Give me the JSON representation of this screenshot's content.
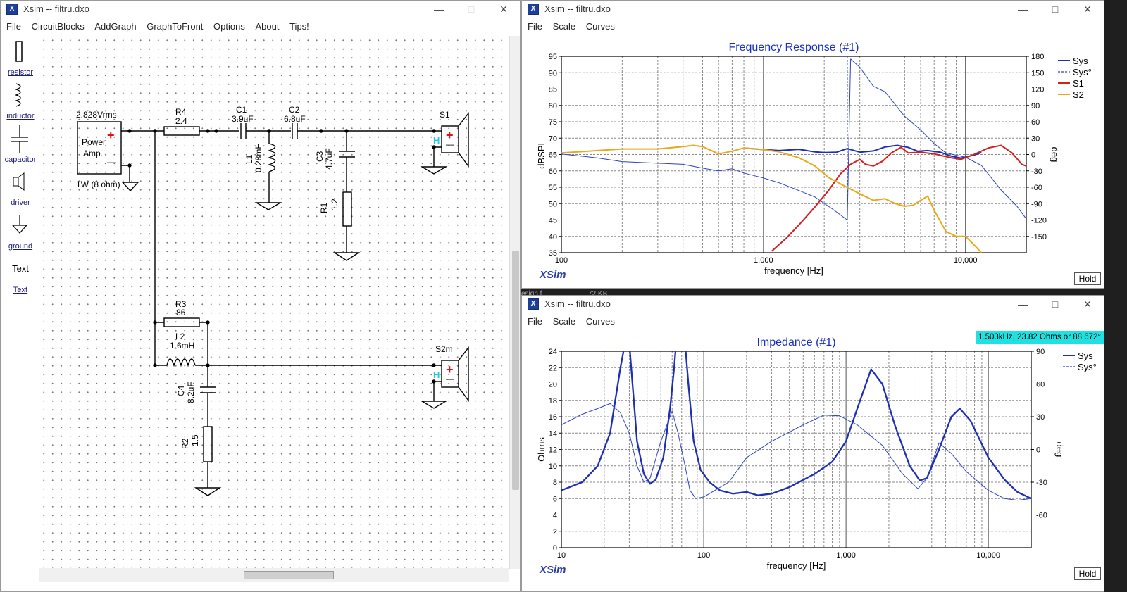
{
  "left": {
    "title": "Xsim -- filtru.dxo",
    "menu": [
      "File",
      "CircuitBlocks",
      "AddGraph",
      "GraphToFront",
      "Options",
      "About",
      "Tips!"
    ],
    "tools": [
      "resistor",
      "inductor",
      "capacitor",
      "driver",
      "ground",
      "Text",
      "Text"
    ],
    "schematic": {
      "source_voltage": "2.828Vrms",
      "amp_label_1": "Power",
      "amp_label_2": "Amp.",
      "amp_rating": "1W (8 ohm)",
      "r4_name": "R4",
      "r4_val": "2.4",
      "c1_name": "C1",
      "c1_val": "3.9uF",
      "c2_name": "C2",
      "c2_val": "6.8uF",
      "l1_name": "L1",
      "l1_val": "0.28mH",
      "c3_name": "C3",
      "c3_val": "4.7uF",
      "r1_name": "R1",
      "r1_val": "1.2",
      "s1_name": "S1",
      "r3_name": "R3",
      "r3_val": "86",
      "l2_name": "L2",
      "l2_val": "1.6mH",
      "c4_name": "C4",
      "c4_val": "8.2uF",
      "r2_name": "R2",
      "r2_val": "1.5",
      "s2_name": "S2m",
      "plus": "+",
      "minus": "—",
      "h_mark": "H"
    }
  },
  "background_text": {
    "a": "esign f",
    "b": "72 KB"
  },
  "freq_window": {
    "title": "Xsim -- filtru.dxo",
    "menu": [
      "File",
      "Scale",
      "Curves"
    ],
    "brand": "XSim",
    "hold": "Hold",
    "chart_data": {
      "type": "line",
      "title": "Frequency Response (#1)",
      "xlabel": "frequency [Hz]",
      "ylabel": "dBSPL",
      "y2label": "deg",
      "xscale": "log",
      "xlim": [
        100,
        20000
      ],
      "ylim": [
        35,
        95
      ],
      "y2lim": [
        -180,
        180
      ],
      "xticks": [
        {
          "v": 100,
          "t": "100"
        },
        {
          "v": 1000,
          "t": "1,000"
        },
        {
          "v": 10000,
          "t": "10,000"
        }
      ],
      "yticks": [
        35,
        40,
        45,
        50,
        55,
        60,
        65,
        70,
        75,
        80,
        85,
        90,
        95
      ],
      "y2ticks": [
        -150,
        -120,
        -90,
        -60,
        -30,
        0,
        30,
        60,
        90,
        120,
        150,
        180
      ],
      "grid": true,
      "legend_position": "top-right",
      "cursor_x": 2600,
      "series": [
        {
          "name": "Sys",
          "color": "#1c2fb5",
          "width": 2,
          "axis": "left",
          "points": [
            [
              800,
              67
            ],
            [
              1000,
              66.5
            ],
            [
              1200,
              66.2
            ],
            [
              1500,
              66.6
            ],
            [
              1800,
              65.8
            ],
            [
              2000,
              65.6
            ],
            [
              2300,
              65.7
            ],
            [
              2600,
              66.8
            ],
            [
              3000,
              65.7
            ],
            [
              3500,
              66.1
            ],
            [
              4000,
              67.3
            ],
            [
              4600,
              67.8
            ],
            [
              5200,
              67.2
            ],
            [
              5800,
              66
            ],
            [
              6500,
              66.2
            ],
            [
              7500,
              65.7
            ],
            [
              8500,
              64.5
            ],
            [
              9500,
              63.9
            ],
            [
              11000,
              64.8
            ],
            [
              12000,
              65.6
            ]
          ]
        },
        {
          "name": "Sys°",
          "color": "#2d40c8",
          "width": 1,
          "dash": "4,3",
          "axis": "right",
          "points": [
            [
              100,
              1
            ],
            [
              150,
              -6
            ],
            [
              200,
              -13
            ],
            [
              300,
              -16
            ],
            [
              400,
              -18
            ],
            [
              500,
              -25
            ],
            [
              600,
              -30
            ],
            [
              700,
              -26
            ],
            [
              800,
              -34
            ],
            [
              1000,
              -43
            ],
            [
              1200,
              -52
            ],
            [
              1500,
              -66
            ],
            [
              1800,
              -78
            ],
            [
              2200,
              -100
            ],
            [
              2600,
              -120
            ],
            [
              2700,
              175
            ],
            [
              3000,
              160
            ],
            [
              3500,
              125
            ],
            [
              4000,
              115
            ],
            [
              5000,
              70
            ],
            [
              6000,
              45
            ],
            [
              7000,
              20
            ],
            [
              8000,
              3
            ],
            [
              10000,
              -5
            ],
            [
              12000,
              -20
            ],
            [
              15000,
              -65
            ],
            [
              18000,
              -95
            ],
            [
              20000,
              -118
            ]
          ]
        },
        {
          "name": "S1",
          "color": "#d22020",
          "width": 2,
          "axis": "left",
          "points": [
            [
              1100,
              35.5
            ],
            [
              1300,
              39.5
            ],
            [
              1500,
              43.5
            ],
            [
              1800,
              49
            ],
            [
              2100,
              54
            ],
            [
              2400,
              59
            ],
            [
              2700,
              62
            ],
            [
              3000,
              63.5
            ],
            [
              3200,
              62
            ],
            [
              3500,
              61.5
            ],
            [
              3900,
              63
            ],
            [
              4300,
              65.5
            ],
            [
              4800,
              67.2
            ],
            [
              5200,
              65.5
            ],
            [
              6000,
              65.7
            ],
            [
              7000,
              65.2
            ],
            [
              8500,
              64
            ],
            [
              9500,
              63.5
            ],
            [
              11000,
              65
            ],
            [
              13000,
              67
            ],
            [
              15000,
              67.8
            ],
            [
              17000,
              65.5
            ],
            [
              19000,
              62
            ],
            [
              20000,
              61.5
            ]
          ]
        },
        {
          "name": "S2",
          "color": "#e8a81a",
          "width": 2,
          "axis": "left",
          "points": [
            [
              100,
              65.5
            ],
            [
              200,
              66.7
            ],
            [
              300,
              66.7
            ],
            [
              400,
              67.4
            ],
            [
              450,
              67.8
            ],
            [
              500,
              67.4
            ],
            [
              600,
              65.2
            ],
            [
              700,
              66
            ],
            [
              800,
              67
            ],
            [
              1000,
              66.5
            ],
            [
              1200,
              65.8
            ],
            [
              1500,
              64
            ],
            [
              1800,
              61.5
            ],
            [
              2100,
              58
            ],
            [
              2500,
              55.5
            ],
            [
              3000,
              53
            ],
            [
              3500,
              51
            ],
            [
              4000,
              51.5
            ],
            [
              4500,
              50
            ],
            [
              5000,
              49.2
            ],
            [
              5500,
              49.5
            ],
            [
              6000,
              51
            ],
            [
              6500,
              52.3
            ],
            [
              7000,
              48
            ],
            [
              8000,
              41.5
            ],
            [
              9000,
              40
            ],
            [
              10000,
              40
            ],
            [
              11000,
              37.5
            ],
            [
              12000,
              35
            ]
          ]
        }
      ]
    }
  },
  "imp_window": {
    "title": "Xsim -- filtru.dxo",
    "menu": [
      "File",
      "Scale",
      "Curves"
    ],
    "brand": "XSim",
    "hold": "Hold",
    "readout": "1.503kHz, 23.82 Ohms or 88.672°",
    "chart_data": {
      "type": "line",
      "title": "Impedance (#1)",
      "xlabel": "frequency [Hz]",
      "ylabel": "Ohms",
      "y2label": "deg",
      "xscale": "log",
      "xlim": [
        10,
        20000
      ],
      "ylim": [
        0,
        24
      ],
      "y2lim": [
        -90,
        90
      ],
      "xticks": [
        {
          "v": 10,
          "t": "10"
        },
        {
          "v": 100,
          "t": "100"
        },
        {
          "v": 1000,
          "t": "1,000"
        },
        {
          "v": 10000,
          "t": "10,000"
        }
      ],
      "yticks": [
        0,
        2,
        4,
        6,
        8,
        10,
        12,
        14,
        16,
        18,
        20,
        22,
        24
      ],
      "y2ticks": [
        -60,
        -30,
        0,
        30,
        60,
        90
      ],
      "grid": true,
      "legend_position": "top-right",
      "series": [
        {
          "name": "Sys",
          "color": "#1c2fb5",
          "width": 2.3,
          "axis": "left",
          "points": [
            [
              10,
              7
            ],
            [
              14,
              8
            ],
            [
              18,
              10
            ],
            [
              22,
              14
            ],
            [
              26,
              22
            ],
            [
              28,
              25
            ],
            [
              30,
              25
            ],
            [
              34,
              13
            ],
            [
              38,
              9
            ],
            [
              42,
              7.8
            ],
            [
              46,
              8.3
            ],
            [
              52,
              11
            ],
            [
              58,
              17
            ],
            [
              62,
              22
            ],
            [
              64,
              25
            ],
            [
              74,
              25
            ],
            [
              78,
              20
            ],
            [
              85,
              13
            ],
            [
              95,
              9.5
            ],
            [
              110,
              8
            ],
            [
              130,
              7
            ],
            [
              160,
              6.6
            ],
            [
              200,
              6.8
            ],
            [
              240,
              6.4
            ],
            [
              300,
              6.6
            ],
            [
              400,
              7.4
            ],
            [
              600,
              9
            ],
            [
              800,
              10.5
            ],
            [
              1000,
              13
            ],
            [
              1200,
              17
            ],
            [
              1500,
              21.8
            ],
            [
              1800,
              20
            ],
            [
              2200,
              15
            ],
            [
              2800,
              10
            ],
            [
              3300,
              8.2
            ],
            [
              3700,
              8.5
            ],
            [
              4500,
              12
            ],
            [
              5500,
              16
            ],
            [
              6300,
              17
            ],
            [
              7500,
              15.5
            ],
            [
              10000,
              11
            ],
            [
              13000,
              8.3
            ],
            [
              16000,
              6.8
            ],
            [
              20000,
              6
            ]
          ]
        },
        {
          "name": "Sys°",
          "color": "#2d40c8",
          "width": 1,
          "dash": "4,3",
          "axis": "left",
          "points": [
            [
              10,
              15
            ],
            [
              14,
              16.3
            ],
            [
              18,
              17
            ],
            [
              22,
              17.6
            ],
            [
              26,
              16.5
            ],
            [
              30,
              14
            ],
            [
              34,
              10
            ],
            [
              38,
              8
            ],
            [
              42,
              8.5
            ],
            [
              50,
              13
            ],
            [
              60,
              16.7
            ],
            [
              66,
              14
            ],
            [
              74,
              10
            ],
            [
              80,
              7
            ],
            [
              88,
              6
            ],
            [
              100,
              6.2
            ],
            [
              150,
              8
            ],
            [
              200,
              11
            ],
            [
              300,
              13
            ],
            [
              500,
              15
            ],
            [
              700,
              16.2
            ],
            [
              900,
              16.1
            ],
            [
              1200,
              15
            ],
            [
              1800,
              12.5
            ],
            [
              2500,
              9
            ],
            [
              3200,
              7.2
            ],
            [
              3700,
              8.5
            ],
            [
              4500,
              12.8
            ],
            [
              5500,
              11.5
            ],
            [
              7000,
              9.3
            ],
            [
              10000,
              7
            ],
            [
              13000,
              6
            ],
            [
              16000,
              5.8
            ],
            [
              20000,
              6
            ]
          ]
        }
      ]
    }
  },
  "colors": {
    "trace_blue": "#1c2fb5",
    "trace_red": "#d22020",
    "trace_orange": "#e8a81a",
    "readout_bg": "#1fe1e1",
    "title_blue": "#1a2fc0"
  }
}
